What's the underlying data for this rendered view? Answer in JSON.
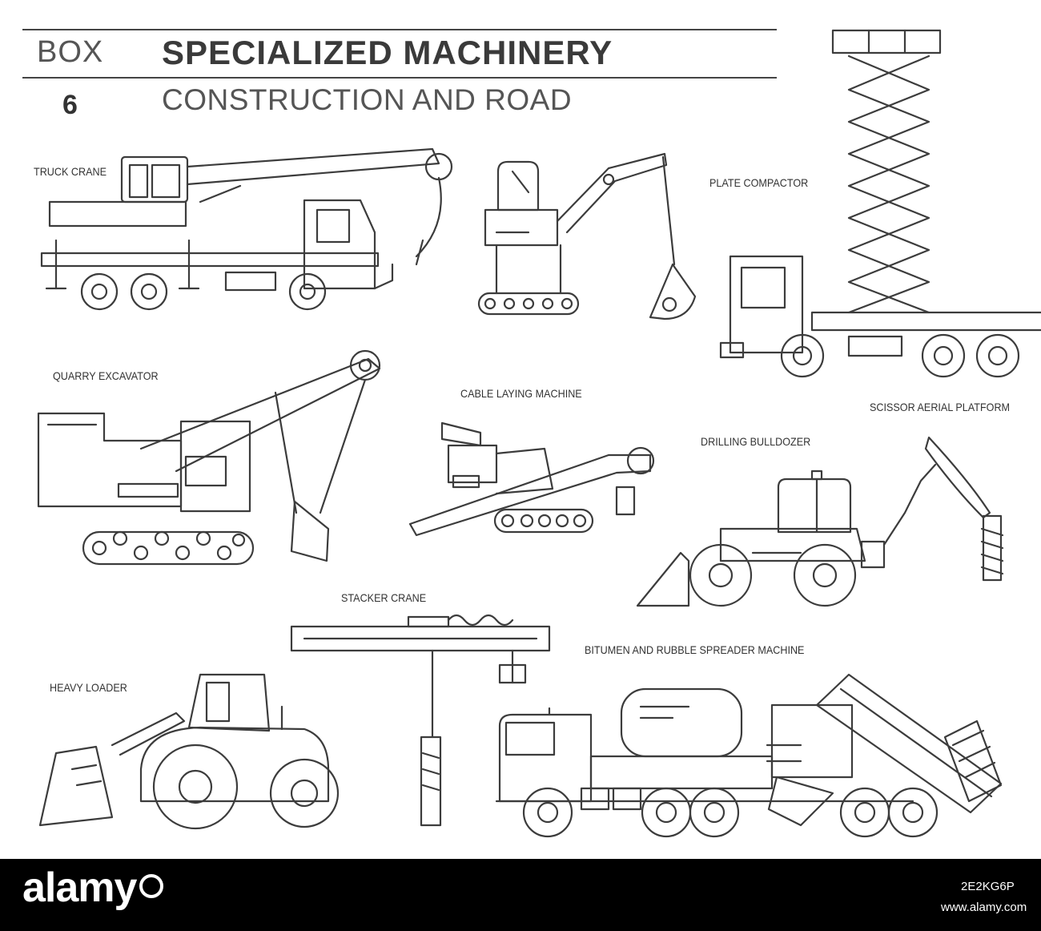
{
  "header": {
    "box_label": "BOX",
    "box_number": "6",
    "title": "SPECIALIZED MACHINERY",
    "subtitle": "CONSTRUCTION AND ROAD"
  },
  "labels": {
    "truck_crane": "TRUCK CRANE",
    "plate_compactor": "PLATE COMPACTOR",
    "quarry_excavator": "QUARRY EXCAVATOR",
    "cable_laying": "CABLE LAYING MACHINE",
    "scissor_platform": "SCISSOR AERIAL PLATFORM",
    "drilling_bulldozer": "DRILLING BULLDOZER",
    "stacker_crane": "STACKER CRANE",
    "bitumen_spreader": "BITUMEN AND RUBBLE  SPREADER MACHINE",
    "heavy_loader": "HEAVY LOADER"
  },
  "footer": {
    "brand": "alamy",
    "image_id": "2E2KG6P",
    "credit": "www.alamy.com"
  },
  "colors": {
    "line": "#3c3c3c",
    "footer_bg": "#000000",
    "page_bg": "#ffffff"
  }
}
